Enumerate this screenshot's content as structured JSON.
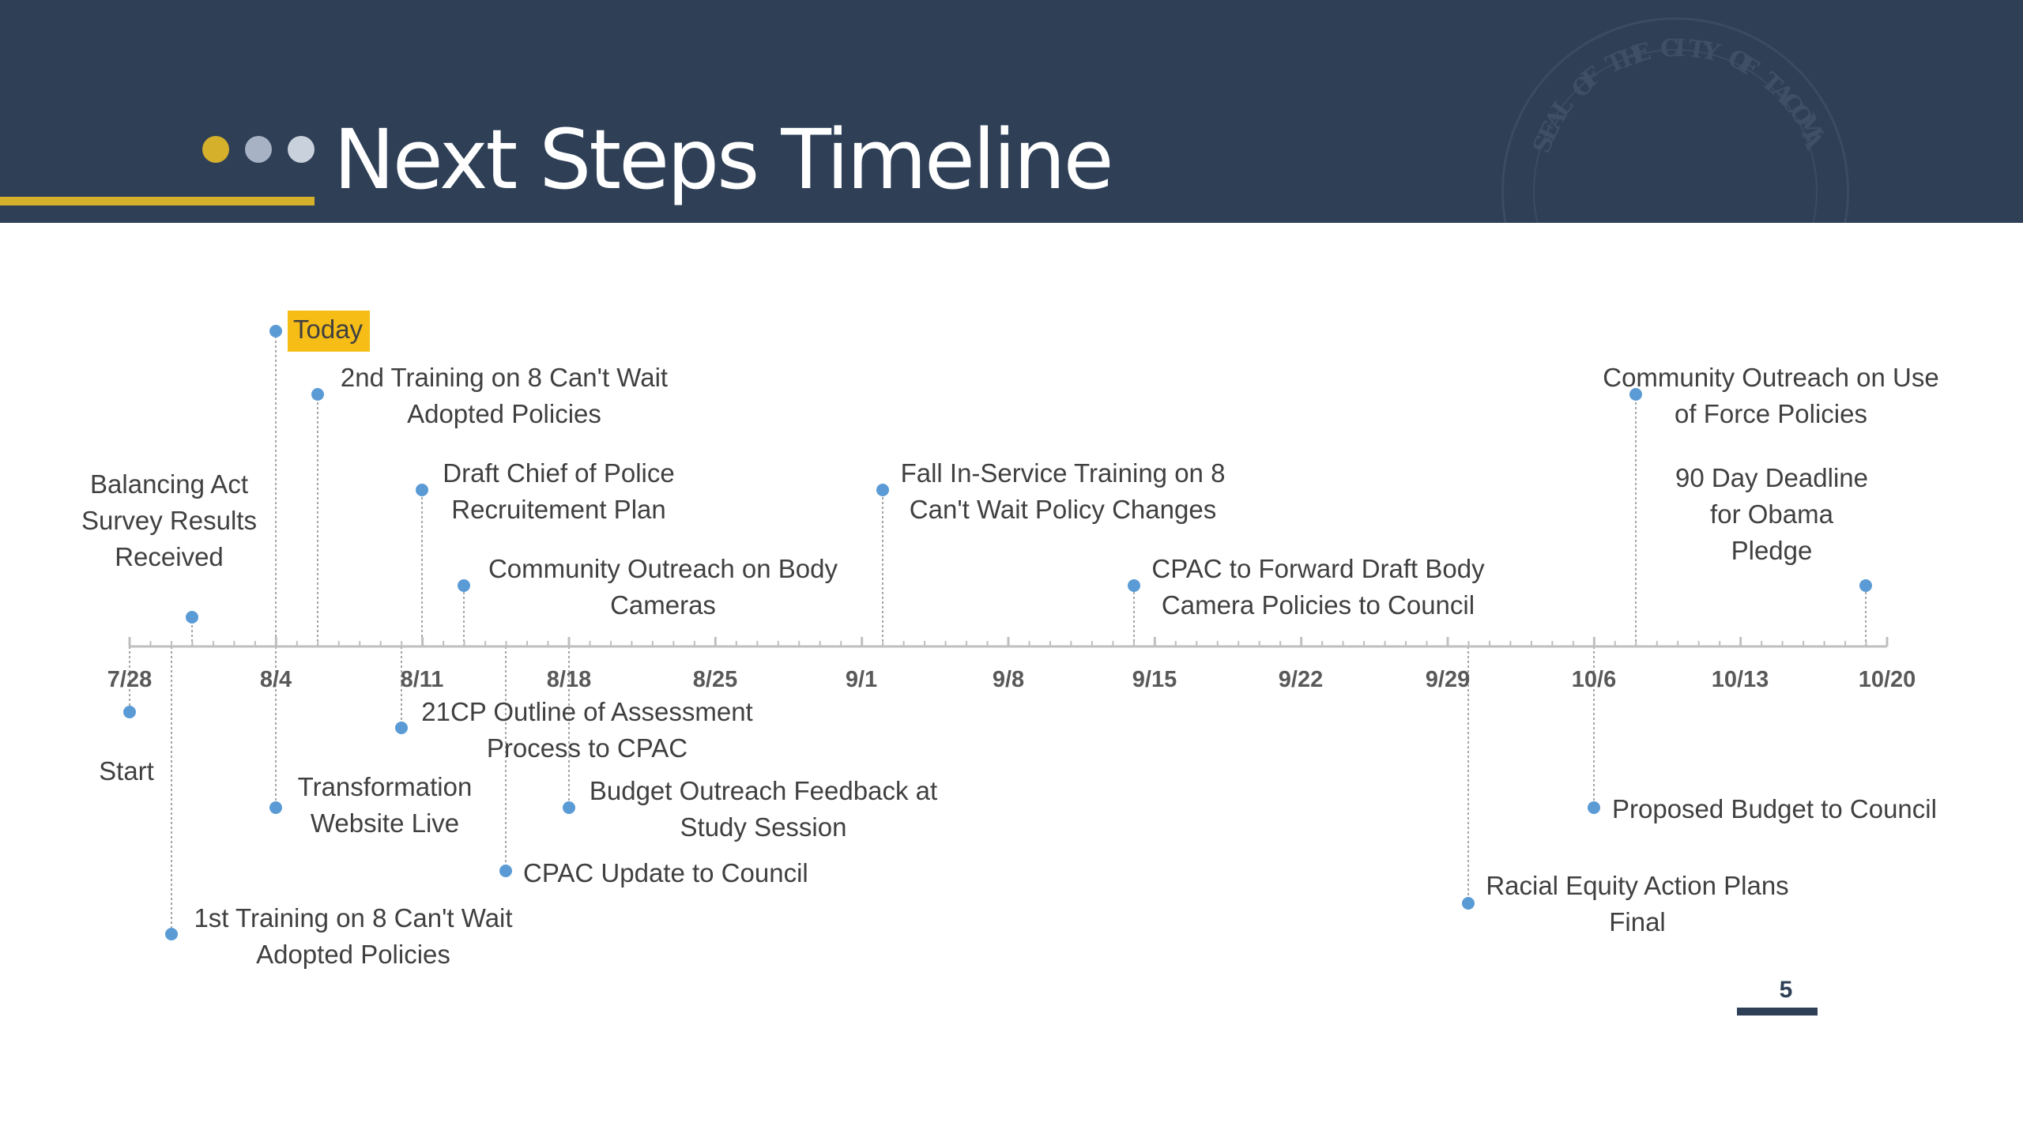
{
  "header": {
    "title": "Next Steps Timeline",
    "dot_colors": [
      "#d5b02b",
      "#a7b3c5",
      "#c9d1dc"
    ],
    "accent_color": "#d5b02b",
    "background": "#2e3f56",
    "seal_text": "SEAL OF THE CITY OF TACOMA"
  },
  "timeline": {
    "axis_color": "#bfbfbf",
    "marker_color": "#5b9bd5",
    "ticks": [
      "7/28",
      "8/4",
      "8/11",
      "8/18",
      "8/25",
      "9/1",
      "9/8",
      "9/15",
      "9/22",
      "9/29",
      "10/6",
      "10/13",
      "10/20"
    ],
    "events": [
      {
        "lines": [
          "Today"
        ],
        "highlight": true
      },
      {
        "lines": [
          "2nd Training on 8 Can't Wait",
          "Adopted Policies"
        ]
      },
      {
        "lines": [
          "Draft Chief of Police",
          "Recruitement Plan"
        ]
      },
      {
        "lines": [
          "Community Outreach on Body",
          "Cameras"
        ]
      },
      {
        "lines": [
          "Balancing Act",
          "Survey Results",
          "Received"
        ]
      },
      {
        "lines": [
          "Fall In-Service Training on 8",
          "Can't Wait Policy Changes"
        ]
      },
      {
        "lines": [
          "CPAC to Forward Draft Body",
          "Camera Policies to Council"
        ]
      },
      {
        "lines": [
          "Community Outreach on Use",
          "of Force Policies"
        ]
      },
      {
        "lines": [
          "90 Day Deadline",
          "for Obama",
          "Pledge"
        ]
      },
      {
        "lines": [
          "Start"
        ]
      },
      {
        "lines": [
          "21CP Outline of Assessment",
          "Process to CPAC"
        ]
      },
      {
        "lines": [
          "Transformation",
          "Website Live"
        ]
      },
      {
        "lines": [
          "Budget Outreach Feedback at",
          "Study Session"
        ]
      },
      {
        "lines": [
          "CPAC Update to Council"
        ]
      },
      {
        "lines": [
          "1st Training on 8 Can't Wait",
          "Adopted Policies"
        ]
      },
      {
        "lines": [
          "Proposed Budget to Council"
        ]
      },
      {
        "lines": [
          "Racial Equity Action Plans",
          "Final"
        ]
      }
    ]
  },
  "footer": {
    "page_number": "5"
  }
}
